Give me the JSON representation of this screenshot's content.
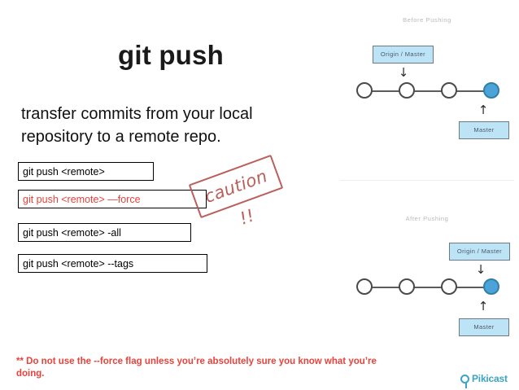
{
  "slide": {
    "title": "git push",
    "subtitle": "transfer commits from your local repository to a remote repo."
  },
  "commands": [
    {
      "text": "git push <remote>",
      "danger": false
    },
    {
      "text": "git push <remote> —force",
      "danger": true
    },
    {
      "text": "git push <remote> -all",
      "danger": false
    },
    {
      "text": "git push <remote> --tags",
      "danger": false
    }
  ],
  "stamp": {
    "label": "caution !!",
    "color": "#b5534f",
    "rotation_deg": -20
  },
  "footer": {
    "warning": "** Do not use the --force flag unless you’re absolutely sure you know what you’re doing.",
    "color": "#e8423b"
  },
  "brand": {
    "name": "Pikicast",
    "color": "#3ba3c4"
  },
  "diagrams": {
    "before": {
      "caption": "Before Pushing",
      "origin_label": "Origin / Master",
      "master_label": "Master",
      "commit_count": 4,
      "head_commit_index": 3
    },
    "after": {
      "caption": "After Pushing",
      "origin_label": "Origin / Master",
      "master_label": "Master",
      "commit_count": 4,
      "head_commit_index": 3
    }
  },
  "colors": {
    "commit_head_fill": "#4ba3d8",
    "commit_head_border": "#2f7fa8",
    "commit_border": "#4a4a4a",
    "ref_box_fill": "#bde3f7",
    "ref_box_border": "#6a7b87",
    "caption_text": "#b9b9b9"
  },
  "icons": {
    "arrow_down": "↓",
    "arrow_up": "↑"
  }
}
